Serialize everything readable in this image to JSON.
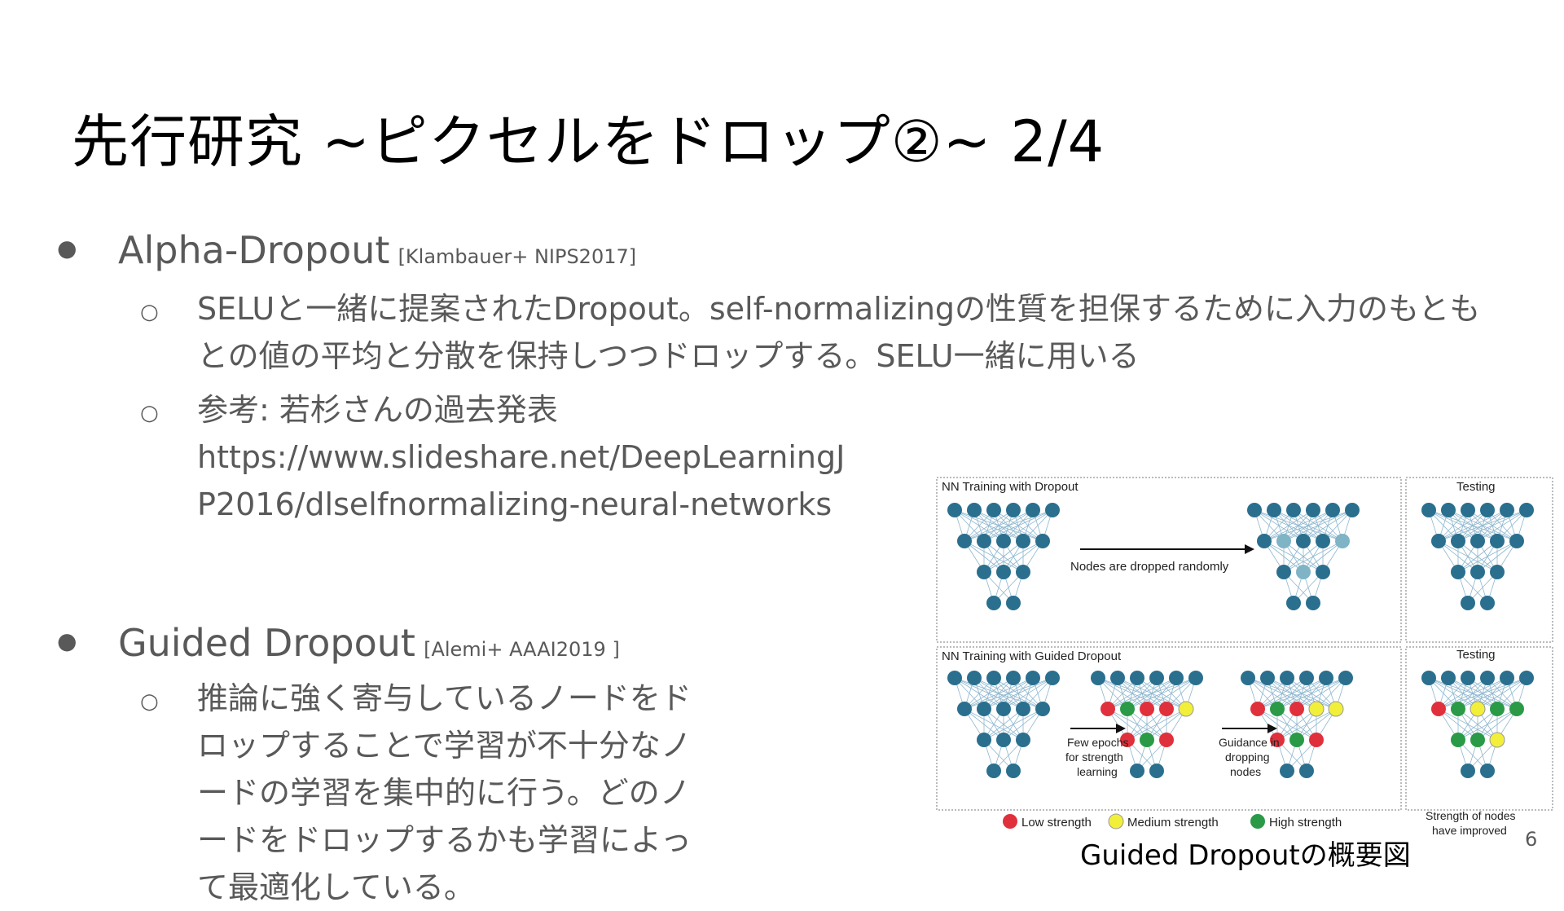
{
  "slide": {
    "title": "先行研究 ~ピクセルをドロップ②~ 2/4",
    "page_number": "6"
  },
  "bullets": [
    {
      "lead": "Alpha-Dropout",
      "citation": "[Klambauer+ NIPS2017]",
      "subs": [
        "SELUと一緒に提案されたDropout。self-normalizingの性質を担保するために入力のもともとの値の平均と分散を保持しつつドロップする。SELU一緒に用いる",
        "参考: 若杉さんの過去発表",
        "https://www.slideshare.net/DeepLearningJ",
        "P2016/dlselfnormalizing-neural-networks"
      ]
    },
    {
      "lead": "Guided Dropout",
      "citation": "[Alemi+ AAAI2019 ]",
      "subs": [
        "推論に強く寄与しているノードをドロップすることで学習が不十分なノードの学習を集中的に行う。どのノードをドロップするかも学習によって最適化している。"
      ]
    }
  ],
  "figure": {
    "panel1_title": "NN Training with Dropout",
    "panel1_arrow": "Nodes are dropped randomly",
    "testing_label": "Testing",
    "panel2_title": "NN Training with Guided Dropout",
    "arrow1_line1": "Few epochs",
    "arrow1_line2": "for strength",
    "arrow1_line3": "learning",
    "arrow2_line1": "Guidance in",
    "arrow2_line2": "dropping",
    "arrow2_line3": "nodes",
    "legend_low": "Low strength",
    "legend_medium": "Medium strength",
    "legend_high": "High strength",
    "note_line1": "Strength of nodes",
    "note_line2": "have improved",
    "caption": "Guided Dropoutの概要図",
    "colors": {
      "node": "#2a6f8e",
      "node_faded": "#7fb3c6",
      "low": "#e0303c",
      "medium": "#f2ef3a",
      "high": "#2a9a47",
      "edge": "#8fb7cf"
    }
  }
}
